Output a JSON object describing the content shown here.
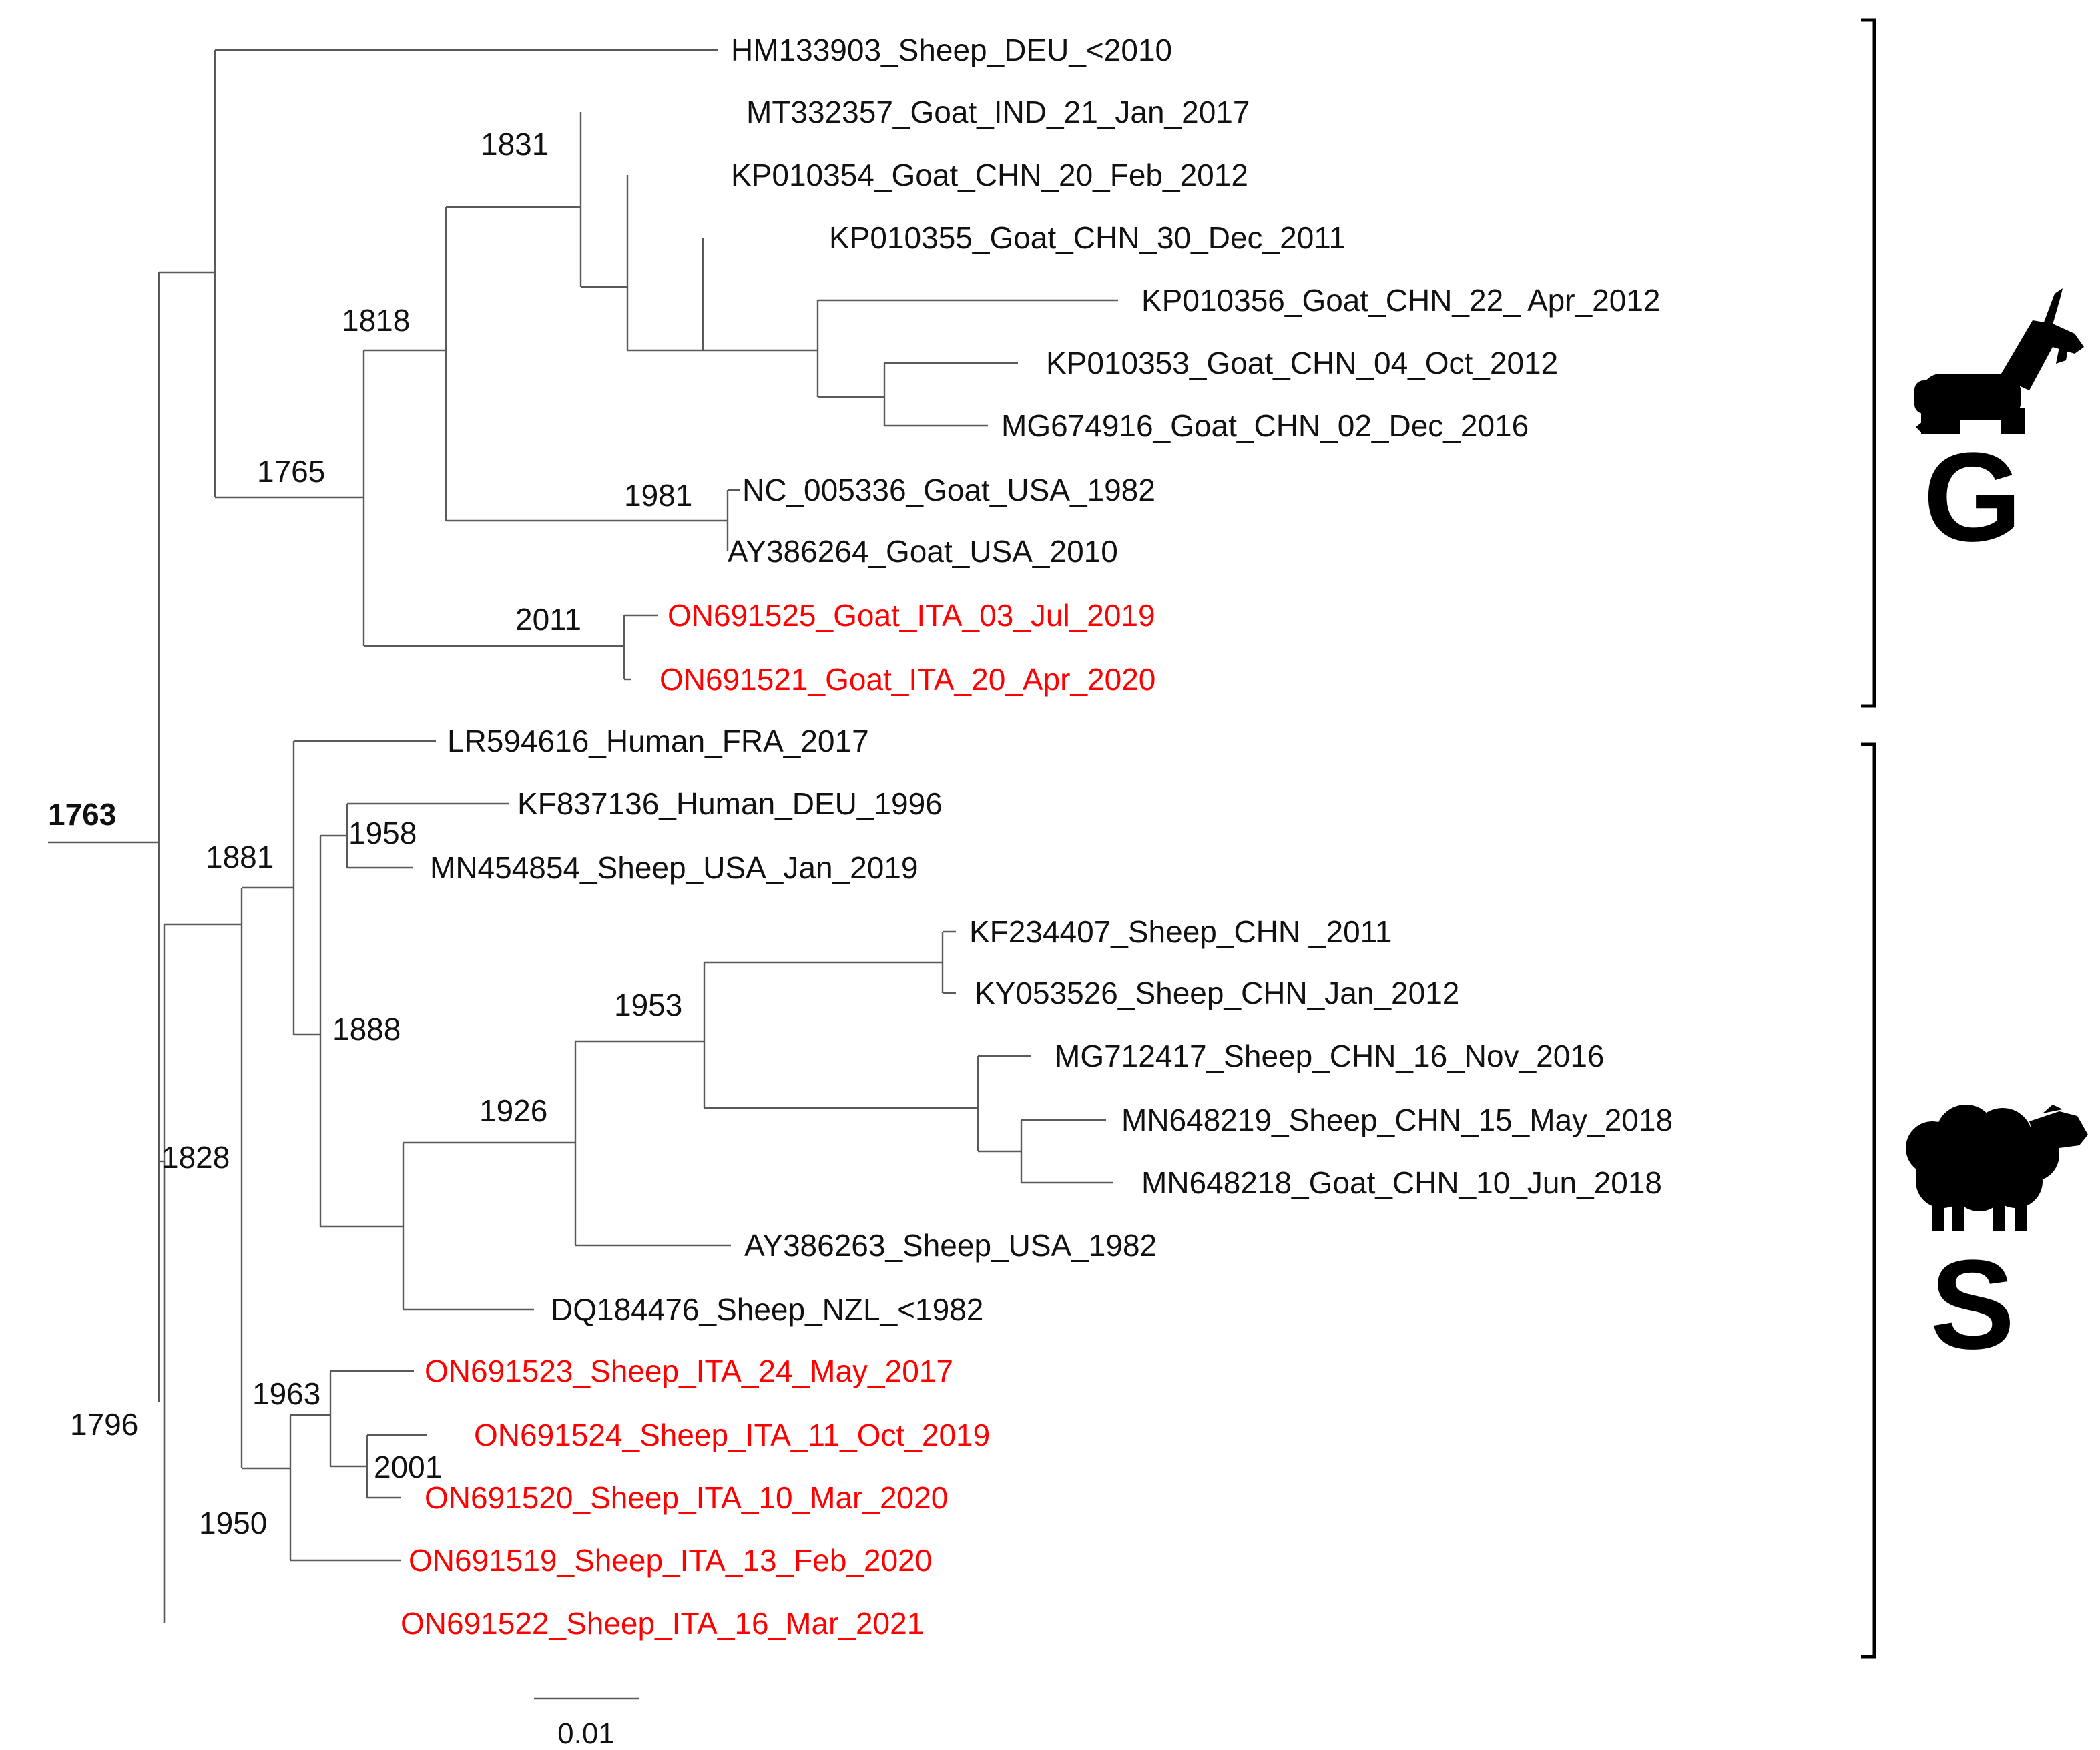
{
  "tree": {
    "leaves": [
      {
        "id": "HM133903",
        "label": "HM133903_Sheep_DEU_<2010",
        "color": "#111111"
      },
      {
        "id": "MT332357",
        "label": "MT332357_Goat_IND_21_Jan_2017",
        "color": "#111111"
      },
      {
        "id": "KP010354",
        "label": "KP010354_Goat_CHN_20_Feb_2012",
        "color": "#111111"
      },
      {
        "id": "KP010355",
        "label": "KP010355_Goat_CHN_30_Dec_2011",
        "color": "#111111"
      },
      {
        "id": "KP010356",
        "label": "KP010356_Goat_CHN_22_ Apr_2012",
        "color": "#111111"
      },
      {
        "id": "KP010353",
        "label": "KP010353_Goat_CHN_04_Oct_2012",
        "color": "#111111"
      },
      {
        "id": "MG674916",
        "label": "MG674916_Goat_CHN_02_Dec_2016",
        "color": "#111111"
      },
      {
        "id": "NC005336",
        "label": "NC_005336_Goat_USA_1982",
        "color": "#111111"
      },
      {
        "id": "AY386264",
        "label": "AY386264_Goat_USA_2010",
        "color": "#111111"
      },
      {
        "id": "ON691525",
        "label": "ON691525_Goat_ITA_03_Jul_2019",
        "color": "#ff0000"
      },
      {
        "id": "ON691521",
        "label": "ON691521_Goat_ITA_20_Apr_2020",
        "color": "#ff0000"
      },
      {
        "id": "LR594616",
        "label": "LR594616_Human_FRA_2017",
        "color": "#111111"
      },
      {
        "id": "KF837136",
        "label": "KF837136_Human_DEU_1996",
        "color": "#111111"
      },
      {
        "id": "MN454854",
        "label": "MN454854_Sheep_USA_Jan_2019",
        "color": "#111111"
      },
      {
        "id": "KF234407",
        "label": "KF234407_Sheep_CHN _2011",
        "color": "#111111"
      },
      {
        "id": "KY053526",
        "label": "KY053526_Sheep_CHN_Jan_2012",
        "color": "#111111"
      },
      {
        "id": "MG712417",
        "label": "MG712417_Sheep_CHN_16_Nov_2016",
        "color": "#111111"
      },
      {
        "id": "MN648219",
        "label": "MN648219_Sheep_CHN_15_May_2018",
        "color": "#111111"
      },
      {
        "id": "MN648218",
        "label": "MN648218_Goat_CHN_10_Jun_2018",
        "color": "#111111"
      },
      {
        "id": "AY386263",
        "label": "AY386263_Sheep_USA_1982",
        "color": "#111111"
      },
      {
        "id": "DQ184476",
        "label": "DQ184476_Sheep_NZL_<1982",
        "color": "#111111"
      },
      {
        "id": "ON691523",
        "label": "ON691523_Sheep_ITA_24_May_2017",
        "color": "#ff0000"
      },
      {
        "id": "ON691524",
        "label": "ON691524_Sheep_ITA_11_Oct_2019",
        "color": "#ff0000"
      },
      {
        "id": "ON691520",
        "label": "ON691520_Sheep_ITA_10_Mar_2020",
        "color": "#ff0000"
      },
      {
        "id": "ON691519",
        "label": "ON691519_Sheep_ITA_13_Feb_2020",
        "color": "#ff0000"
      },
      {
        "id": "ON691522",
        "label": "ON691522_Sheep_ITA_16_Mar_2021",
        "color": "#ff0000"
      }
    ],
    "node_labels": {
      "root": "1763",
      "n1765": "1765",
      "n1818": "1818",
      "n1831": "1831",
      "n1981": "1981",
      "n2011": "2011",
      "n1796": "1796",
      "n1828": "1828",
      "n1881": "1881",
      "n1958": "1958",
      "n1888": "1888",
      "n1926": "1926",
      "n1953": "1953",
      "n1950": "1950",
      "n1963": "1963",
      "n2001": "2001"
    },
    "clades": [
      {
        "id": "goat",
        "letter": "G",
        "icon": "goat-silhouette"
      },
      {
        "id": "sheep",
        "letter": "S",
        "icon": "sheep-silhouette"
      }
    ],
    "scale_bar": {
      "label": "0.01"
    },
    "colors": {
      "italian_isolates": "#ff0000",
      "reference_isolates": "#111111",
      "branches": "#5a5a5a"
    }
  }
}
